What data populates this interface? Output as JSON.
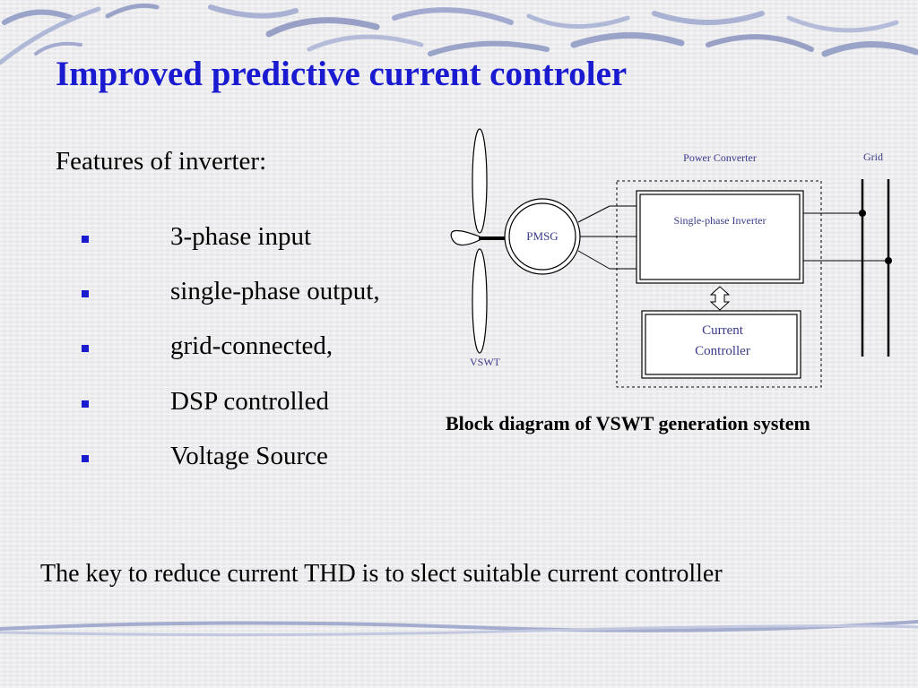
{
  "slide": {
    "title": "Improved predictive current controler",
    "features_heading": "Features of inverter:",
    "bullets": [
      "3-phase input",
      "single-phase output,",
      "grid-connected,",
      "DSP controlled",
      "Voltage Source"
    ],
    "footer": "The key to reduce current THD is to slect suitable current controller"
  },
  "diagram": {
    "power_converter_label": "Power Converter",
    "grid_label": "Grid",
    "inverter_label": "Single-phase Inverter",
    "pmsg_label": "PMSG",
    "controller_label_line1": "Current",
    "controller_label_line2": "Controller",
    "vswt_label": "VSWT",
    "caption": "Block diagram of VSWT generation system"
  },
  "colors": {
    "title": "#1a1ad0",
    "bullet": "#1a1ad0",
    "diagram_label": "#3a3a8c",
    "decoration": "#9aa3c8"
  }
}
